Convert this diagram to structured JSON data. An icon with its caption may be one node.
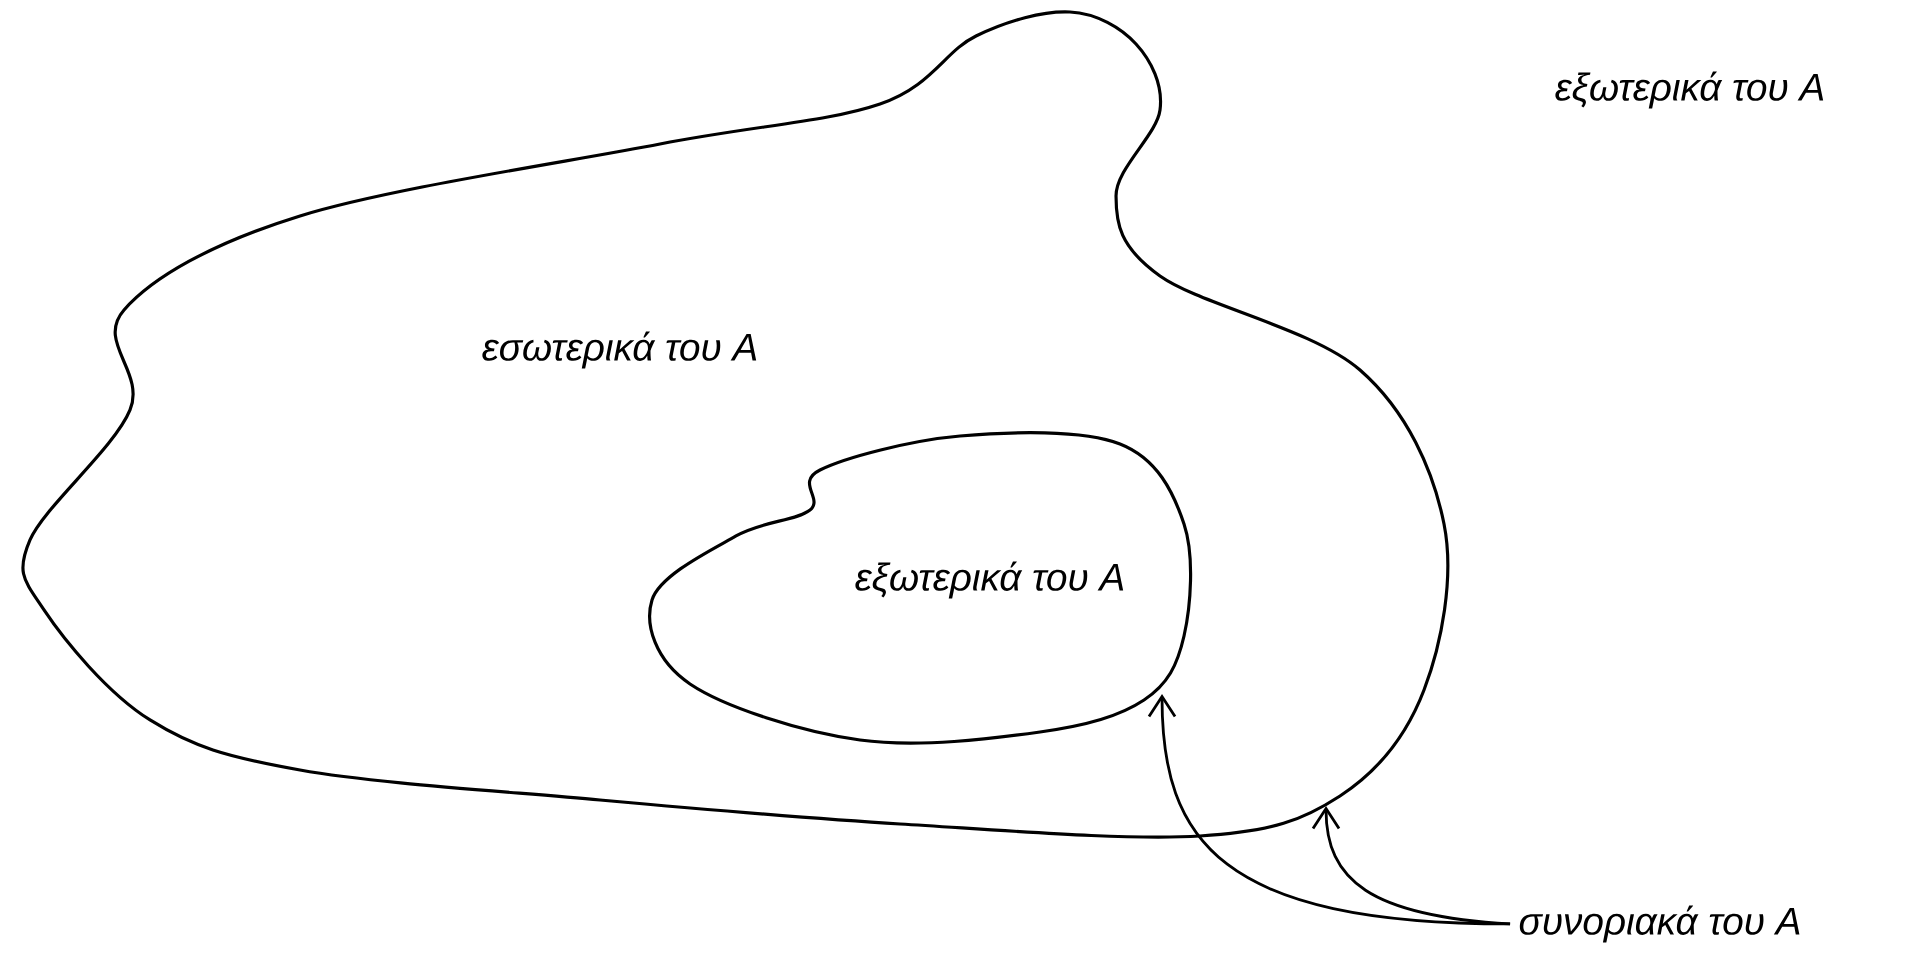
{
  "diagram": {
    "nodes": [
      {
        "text": [
          "εσωτερικά του A"
        ]
      },
      {
        "text": [
          "εξωτερικά του A"
        ],
        "in": 0
      },
      {
        "text": [
          "συνοριακά του A"
        ]
      }
    ],
    "edges": [
      {
        "from": 2,
        "to": 1,
        "arrow": "to"
      },
      {
        "from": 2,
        "to": 0,
        "arrow": "to"
      }
    ],
    "labels": [
      "εξωτερικά του A"
    ]
  }
}
